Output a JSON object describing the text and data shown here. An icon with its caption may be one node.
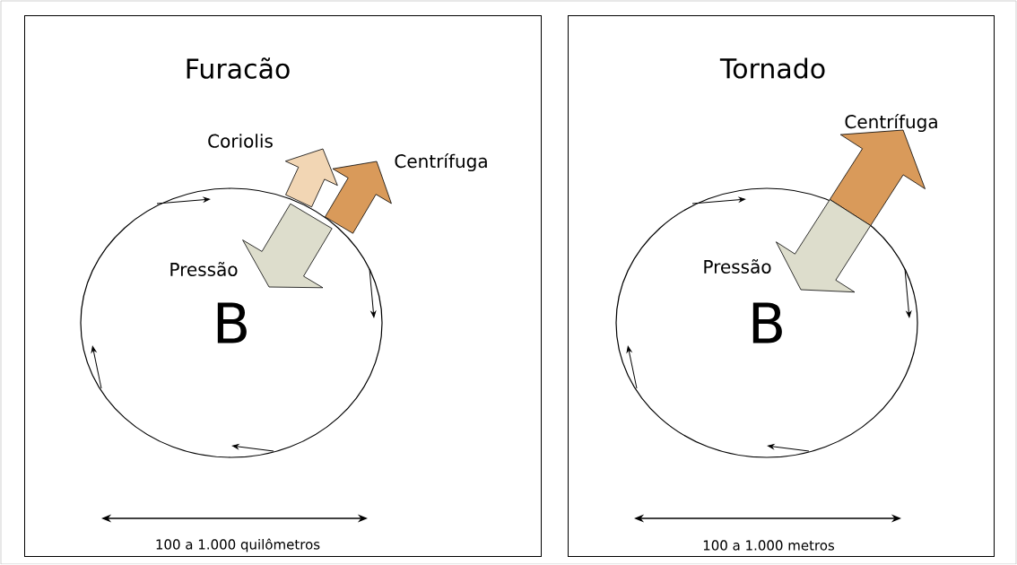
{
  "diagram": {
    "nodes": [
      {
        "text": [
          "Furacão"
        ]
      },
      {
        "text": [
          "B"
        ],
        "in": 0
      },
      {
        "text": [
          "Tornado"
        ]
      },
      {
        "text": [
          "B"
        ],
        "in": 2
      }
    ],
    "labels": [
      "Coriolis",
      "Centrífuga",
      "Pressão",
      "100 a 1.000 quilômetros",
      "Centrífuga",
      "Pressão",
      "100 a 1.000 metros"
    ]
  }
}
